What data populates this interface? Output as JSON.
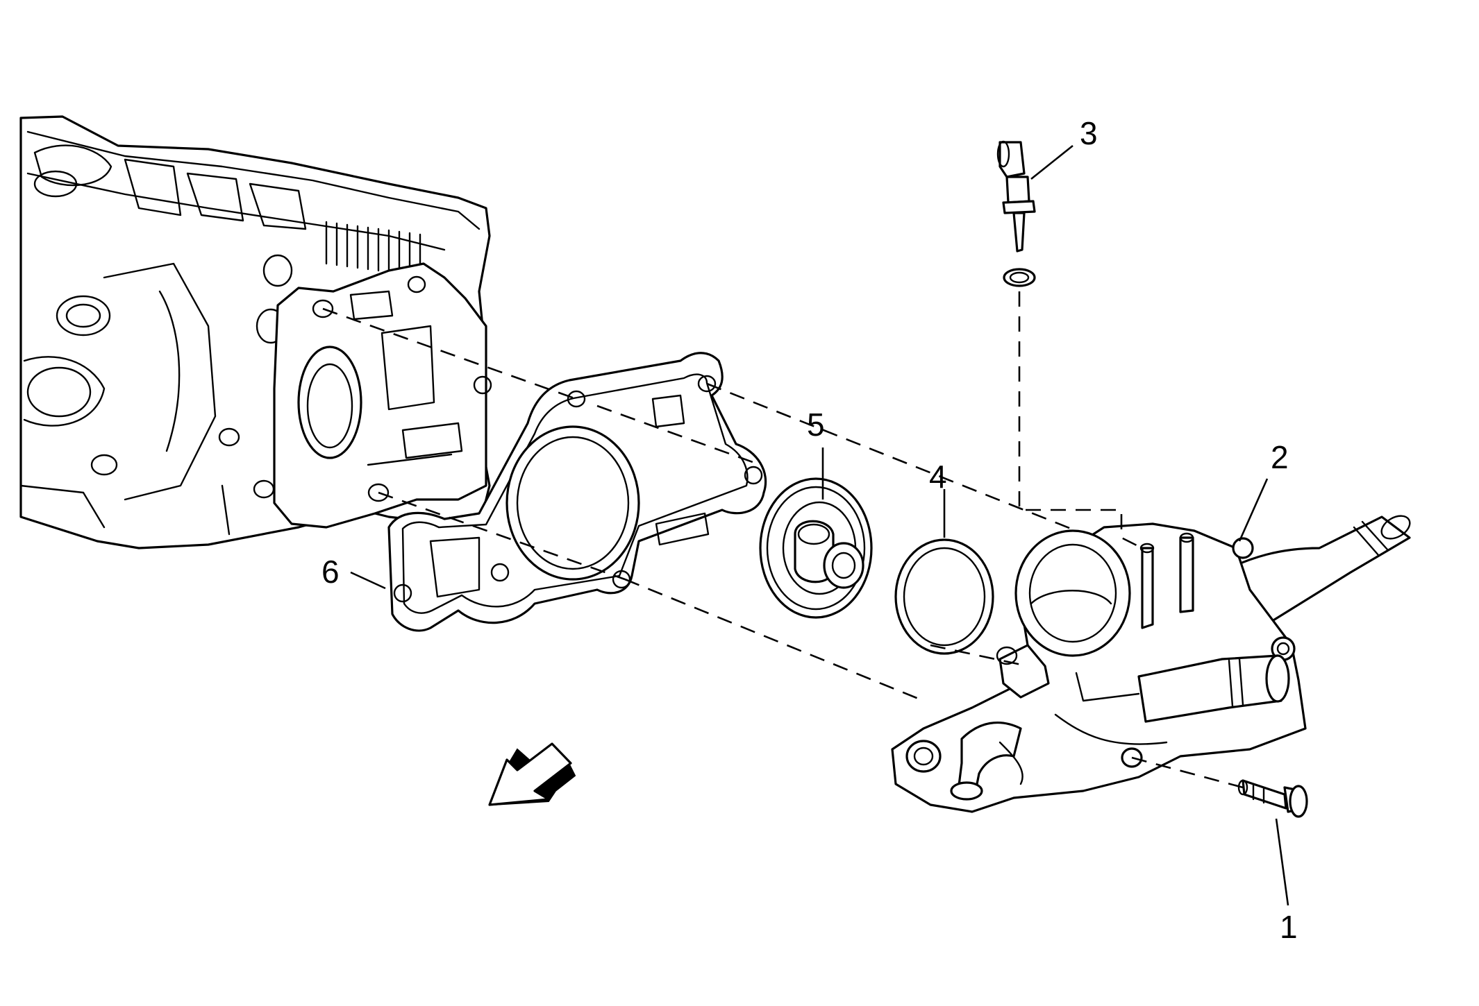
{
  "diagram": {
    "callouts": {
      "bolt": "1",
      "thermostat_housing": "2",
      "temperature_sensor": "3",
      "seal": "4",
      "thermostat": "5",
      "gasket": "6"
    }
  }
}
